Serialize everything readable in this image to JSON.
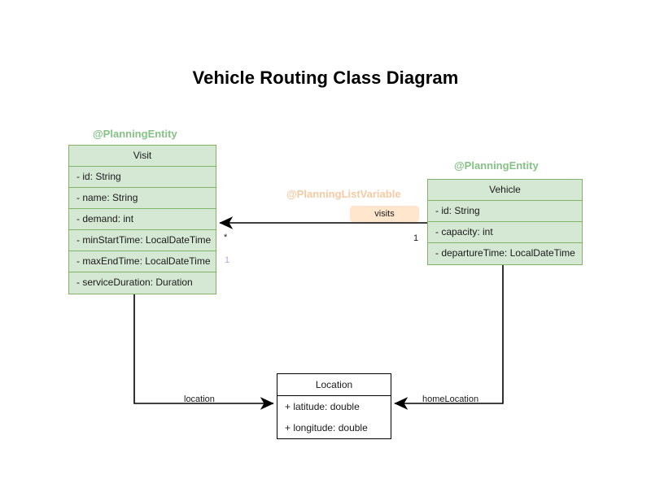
{
  "diagram": {
    "title": "Vehicle Routing Class Diagram",
    "colors": {
      "entity_fill": "#d5e8d4",
      "entity_stroke": "#82b366",
      "plain_fill": "#ffffff",
      "plain_stroke": "#000000",
      "stereotype_green": "#85c285",
      "stereotype_peach": "#f7caa2",
      "chip_fill": "#ffe6cc",
      "multiplicity_purple": "#c9a0dc",
      "edge_stroke": "#000000",
      "background": "#ffffff"
    },
    "classes": [
      {
        "id": "visit",
        "stereotype": "@PlanningEntity",
        "name": "Visit",
        "attributes": [
          "- id: String",
          "- name: String",
          "- demand: int",
          "- minStartTime: LocalDateTime",
          "- maxEndTime: LocalDateTime",
          "- serviceDuration: Duration"
        ]
      },
      {
        "id": "vehicle",
        "stereotype": "@PlanningEntity",
        "name": "Vehicle",
        "attributes": [
          "- id: String",
          "- capacity: int",
          "- departureTime: LocalDateTime"
        ]
      },
      {
        "id": "location",
        "stereotype": "",
        "name": "Location",
        "attributes": [
          "+ latitude: double",
          "+ longitude: double"
        ]
      }
    ],
    "associations": [
      {
        "id": "visits",
        "stereotype": "@PlanningListVariable",
        "label": "visits",
        "from": "Vehicle",
        "to": "Visit",
        "source_multiplicity": "1",
        "target_multiplicity": "*",
        "extra_multiplicity": "1"
      },
      {
        "id": "location",
        "label": "location",
        "from": "Visit",
        "to": "Location"
      },
      {
        "id": "homeLocation",
        "label": "homeLocation",
        "from": "Vehicle",
        "to": "Location"
      }
    ]
  }
}
